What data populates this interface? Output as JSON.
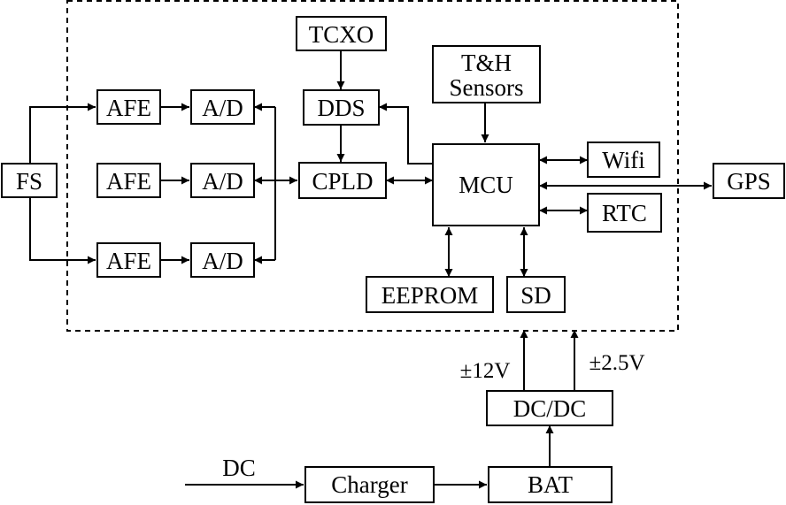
{
  "blocks": {
    "fs": "FS",
    "afe_1": "AFE",
    "afe_2": "AFE",
    "afe_3": "AFE",
    "ad_1": "A/D",
    "ad_2": "A/D",
    "ad_3": "A/D",
    "tcxo": "TCXO",
    "dds": "DDS",
    "cpld": "CPLD",
    "th_sensors_line1": "T&H",
    "th_sensors_line2": "Sensors",
    "mcu": "MCU",
    "wifi": "Wifi",
    "rtc": "RTC",
    "gps": "GPS",
    "eeprom": "EEPROM",
    "sd": "SD",
    "dcdc": "DC/DC",
    "bat": "BAT",
    "charger": "Charger"
  },
  "labels": {
    "dc_input": "DC",
    "rail_12v": "±12V",
    "rail_2v5": "±2.5V"
  }
}
